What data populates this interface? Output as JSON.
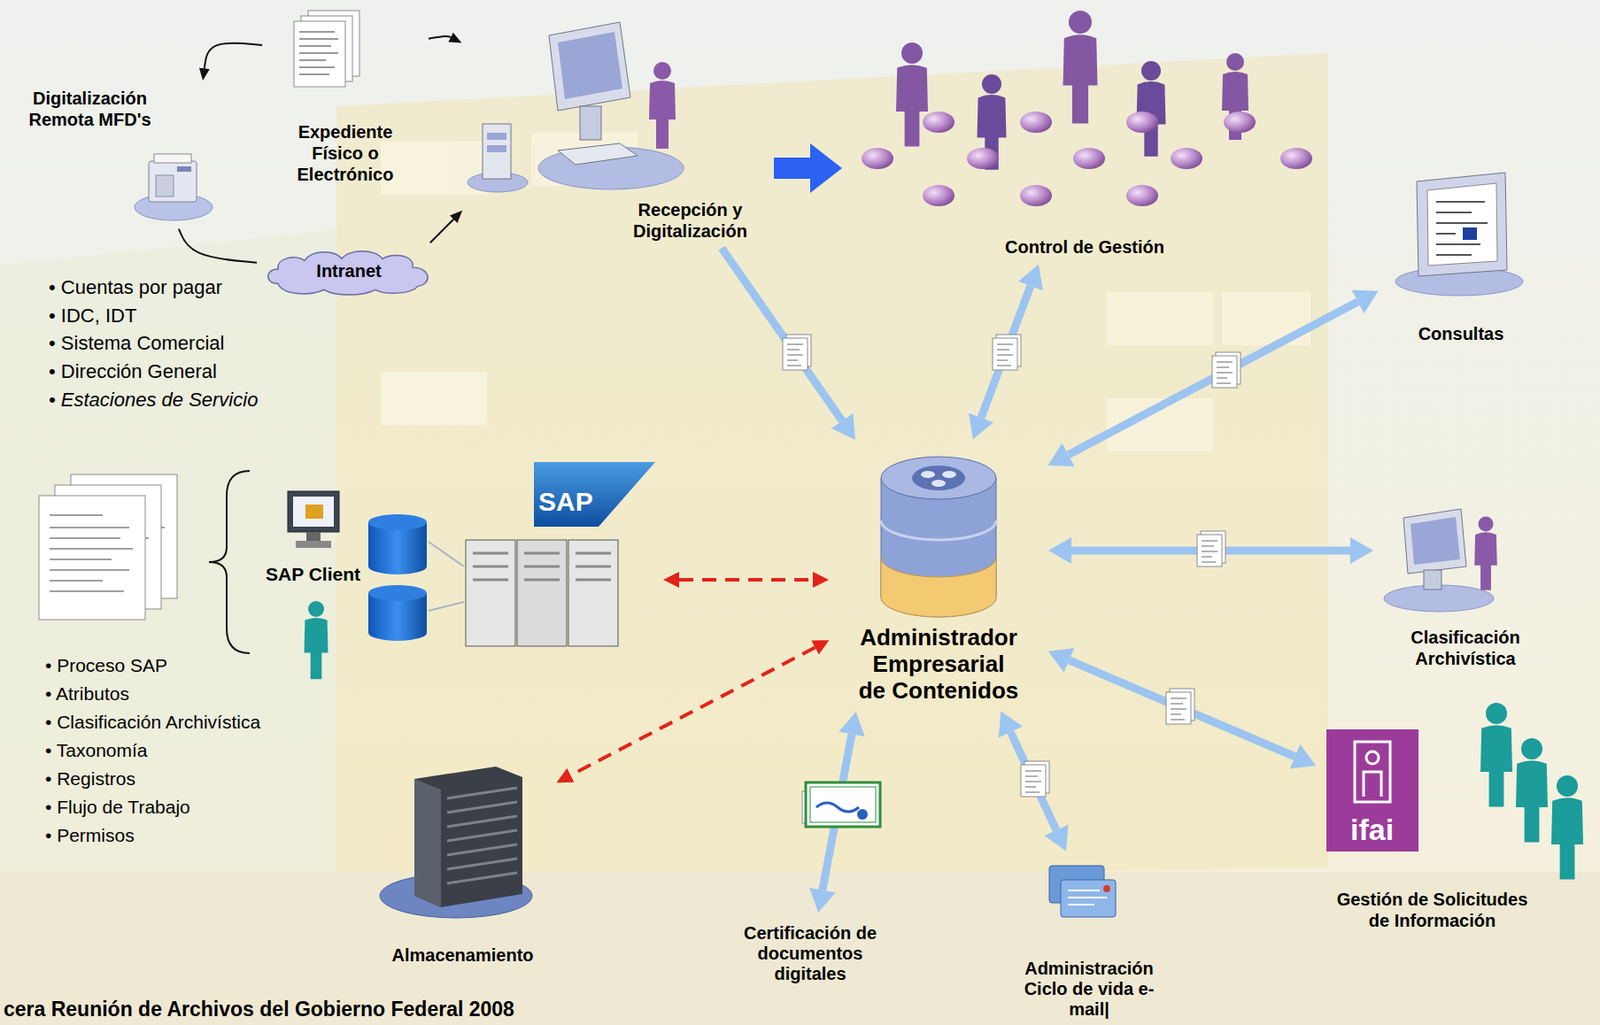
{
  "diagram": {
    "nodes": [
      {
        "text": [
          "Digitalización Remota MFD's"
        ]
      },
      {
        "text": [
          "Expediente Físico o Electrónico"
        ]
      },
      {
        "text": [
          "Intranet"
        ]
      },
      {
        "text": [
          "Recepción y Digitalización"
        ]
      },
      {
        "text": [
          "Control de Gestión"
        ]
      },
      {
        "text": [
          "Consultas"
        ]
      },
      {
        "text": [
          "SAP"
        ]
      },
      {
        "text": [
          "Administrador Empresarial de Contenidos"
        ]
      },
      {
        "text": [
          "Clasificación Archivística"
        ]
      },
      {
        "text": [
          "ifai",
          "Gestión de Solicitudes de Información"
        ]
      },
      {
        "text": [
          "Almacenamiento"
        ]
      },
      {
        "text": [
          "Certificación de documentos digitales"
        ]
      },
      {
        "text": [
          "Administración Ciclo de vida e-mail|"
        ]
      }
    ],
    "edges": [
      {
        "from": 1,
        "to": 0,
        "arrow": "to"
      },
      {
        "from": 1,
        "to": 3,
        "arrow": "to"
      },
      {
        "from": 0,
        "to": 2,
        "arrow": "none"
      },
      {
        "from": 2,
        "to": 3,
        "arrow": "to"
      },
      {
        "from": 3,
        "to": 4,
        "arrow": "to"
      },
      {
        "from": 3,
        "to": 7,
        "arrow": "to"
      },
      {
        "from": 7,
        "to": 4,
        "arrow": "both"
      },
      {
        "from": 7,
        "to": 5,
        "arrow": "both"
      },
      {
        "from": 6,
        "to": 7,
        "arrow": "both"
      },
      {
        "from": 7,
        "to": 8,
        "arrow": "both"
      },
      {
        "from": 7,
        "to": 9,
        "arrow": "both"
      },
      {
        "from": 7,
        "to": 10,
        "arrow": "both"
      },
      {
        "from": 7,
        "to": 11,
        "arrow": "both"
      },
      {
        "from": 7,
        "to": 12,
        "arrow": "both"
      }
    ],
    "labels": [
      "• Cuentas por pagar",
      "• IDC, IDT",
      "• Sistema Comercial",
      "• Dirección General",
      "• Estaciones de Servicio",
      "SAP Client",
      "• Proceso SAP",
      "• Atributos",
      "• Clasificación Archivística",
      "• Taxonomía",
      "• Registros",
      "• Flujo de Trabajo",
      "• Permisos",
      "cera Reunión de Archivos del Gobierno Federal 2008"
    ]
  }
}
